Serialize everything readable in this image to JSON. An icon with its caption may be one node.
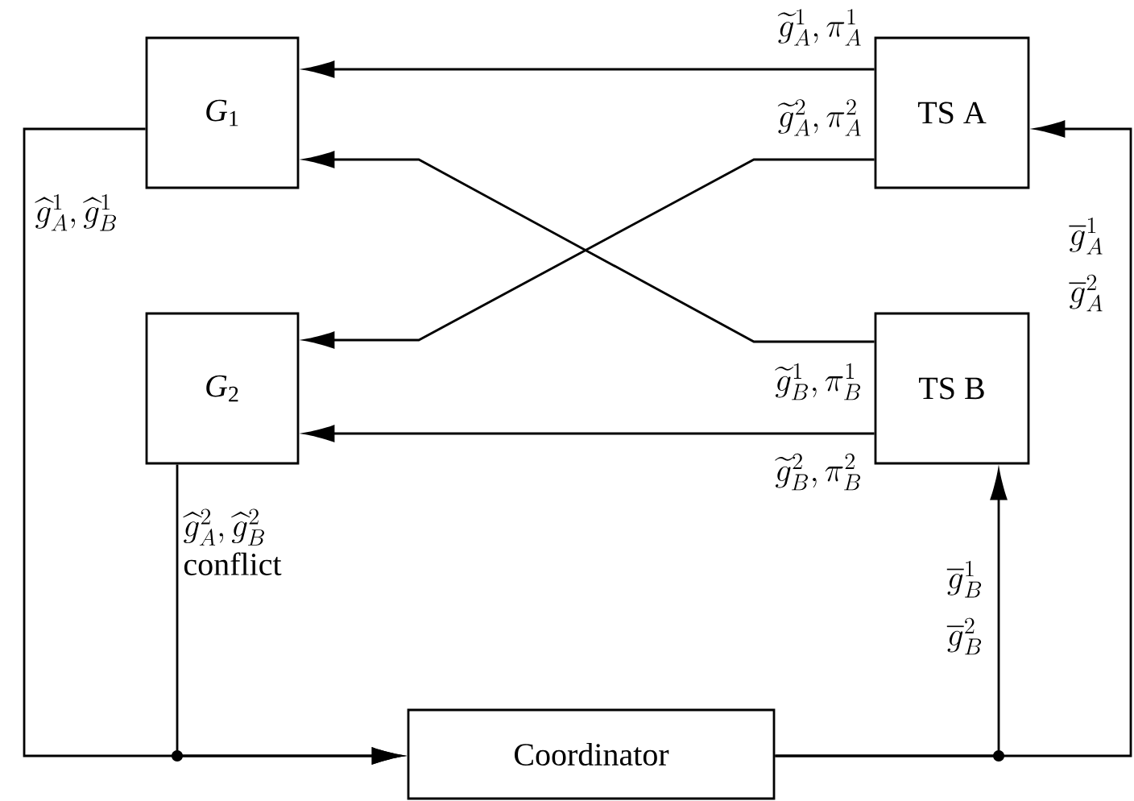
{
  "diagram": {
    "nodes": [
      {
        "text": [
          "*G*$_{1}$"
        ]
      },
      {
        "text": [
          "TS A"
        ]
      },
      {
        "text": [
          "*G*$_{2}$"
        ]
      },
      {
        "text": [
          "TS B"
        ]
      },
      {
        "text": [
          "Coordinator"
        ]
      }
    ],
    "edges": [
      {
        "from": 1,
        "to": 0,
        "arrow": "to",
        "label": "\\widetilde{g}^1_A,\\pi^1_A"
      },
      {
        "from": 1,
        "to": 2,
        "arrow": "to",
        "label": "\\widetilde{g}^2_A,\\pi^2_A"
      },
      {
        "from": 3,
        "to": 0,
        "arrow": "to",
        "label": "\\widetilde{g}^1_B,\\pi^1_B"
      },
      {
        "from": 3,
        "to": 2,
        "arrow": "to",
        "label": "\\widetilde{g}^2_B,\\pi^2_B"
      },
      {
        "from": 0,
        "to": 4,
        "arrow": "to",
        "label": "\\widehat{g}^1_A,\\widehat{g}^1_B"
      },
      {
        "from": 2,
        "to": 4,
        "arrow": "to",
        "label": "\\begin{array}{@{}l@{}}\\widehat{g}^2_A,\\widehat{g}^2_B\\\\\\text{conflict}\\end{array}"
      },
      {
        "from": 4,
        "to": 1,
        "arrow": "to",
        "label": "\\begin{array}{@{}l@{}}\\overline{g}^1_A\\\\[4mm]\\overline{g}^2_A\\end{array}"
      },
      {
        "from": 4,
        "to": 3,
        "arrow": "to",
        "label": "\\begin{array}{@{}l@{}}\\overline{g}^1_B\\\\[4mm]\\overline{g}^2_B\\end{array}"
      }
    ]
  }
}
